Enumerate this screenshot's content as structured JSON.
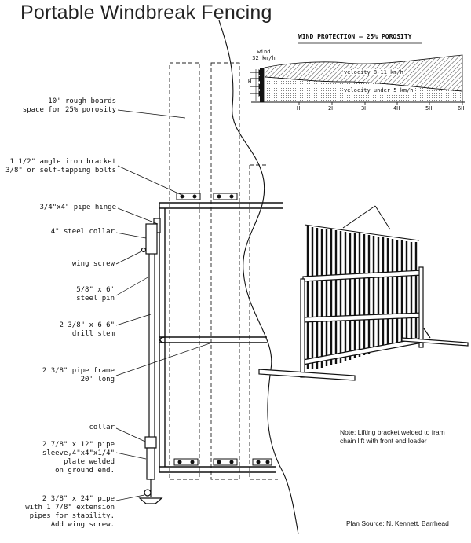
{
  "title": "Portable Windbreak Fencing",
  "inset": {
    "title": "WIND PROTECTION — 25% POROSITY",
    "wind_label": "wind\n32 km/h",
    "h_label": "H",
    "zone_upper": "velocity 8-11 km/h",
    "zone_lower": "velocity under 5 km/h",
    "x_ticks": [
      "H",
      "2H",
      "3H",
      "4H",
      "5H",
      "6H"
    ]
  },
  "callouts": [
    "10' rough boards\nspace for 25% porosity",
    "1 1/2\" angle iron bracket\n3/8\" or self-tapping bolts",
    "3/4\"x4\" pipe hinge",
    "4\" steel collar",
    "wing screw",
    "5/8\" x 6'\nsteel pin",
    "2 3/8\" x 6'6\"\ndrill stem",
    "2 3/8\" pipe frame\n20' long",
    "collar",
    "2 7/8\" x 12\" pipe\nsleeve,4\"x4\"x1/4\"\nplate welded\non ground end.",
    "2 3/8\" x 24\" pipe\nwith 1 7/8\" extension\npipes for stability.\nAdd wing screw."
  ],
  "note": "Note: Lifting bracket welded to fram\nchain lift with front end loader",
  "source": "Plan Source: N. Kennett, Barrhead"
}
